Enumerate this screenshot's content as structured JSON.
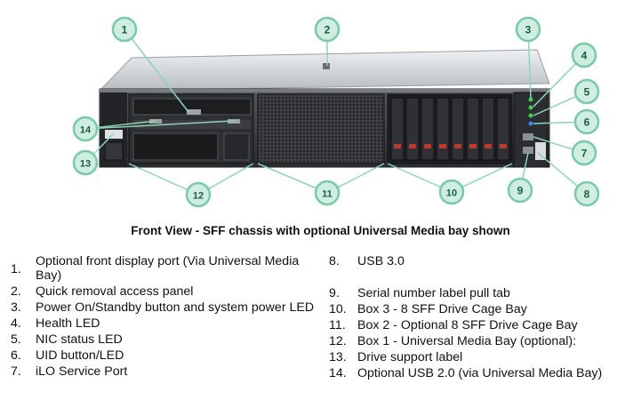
{
  "callouts": [
    "1",
    "2",
    "3",
    "4",
    "5",
    "6",
    "7",
    "8",
    "9",
    "10",
    "11",
    "12",
    "13",
    "14"
  ],
  "caption": "Front View - SFF chassis with optional Universal Media bay shown",
  "legend_left": [
    {
      "num": "1.",
      "text": "Optional front display port (Via Universal Media Bay)"
    },
    {
      "num": "2.",
      "text": "Quick removal access panel"
    },
    {
      "num": "3.",
      "text": "Power On/Standby button and system power LED"
    },
    {
      "num": "4.",
      "text": "Health LED"
    },
    {
      "num": "5.",
      "text": "NIC status LED"
    },
    {
      "num": "6.",
      "text": "UID button/LED"
    },
    {
      "num": "7.",
      "text": "iLO Service Port"
    }
  ],
  "legend_right": [
    {
      "num": "8.",
      "text": "USB 3.0"
    },
    {
      "num": "9.",
      "text": "Serial number label pull tab"
    },
    {
      "num": "10.",
      "text": "Box 3 -  8 SFF Drive Cage Bay"
    },
    {
      "num": "11.",
      "text": "Box 2 - Optional 8 SFF Drive Cage Bay"
    },
    {
      "num": "12.",
      "text": "Box 1 - Universal Media Bay (optional):"
    },
    {
      "num": "13.",
      "text": "Drive support label"
    },
    {
      "num": "14.",
      "text": "Optional USB 2.0 (via Universal Media Bay)"
    }
  ],
  "colors": {
    "callout_fill": "#cdeee0",
    "callout_border": "#7cc9aa",
    "callout_text": "#1d5c45",
    "leader": "#8fd2b8"
  }
}
